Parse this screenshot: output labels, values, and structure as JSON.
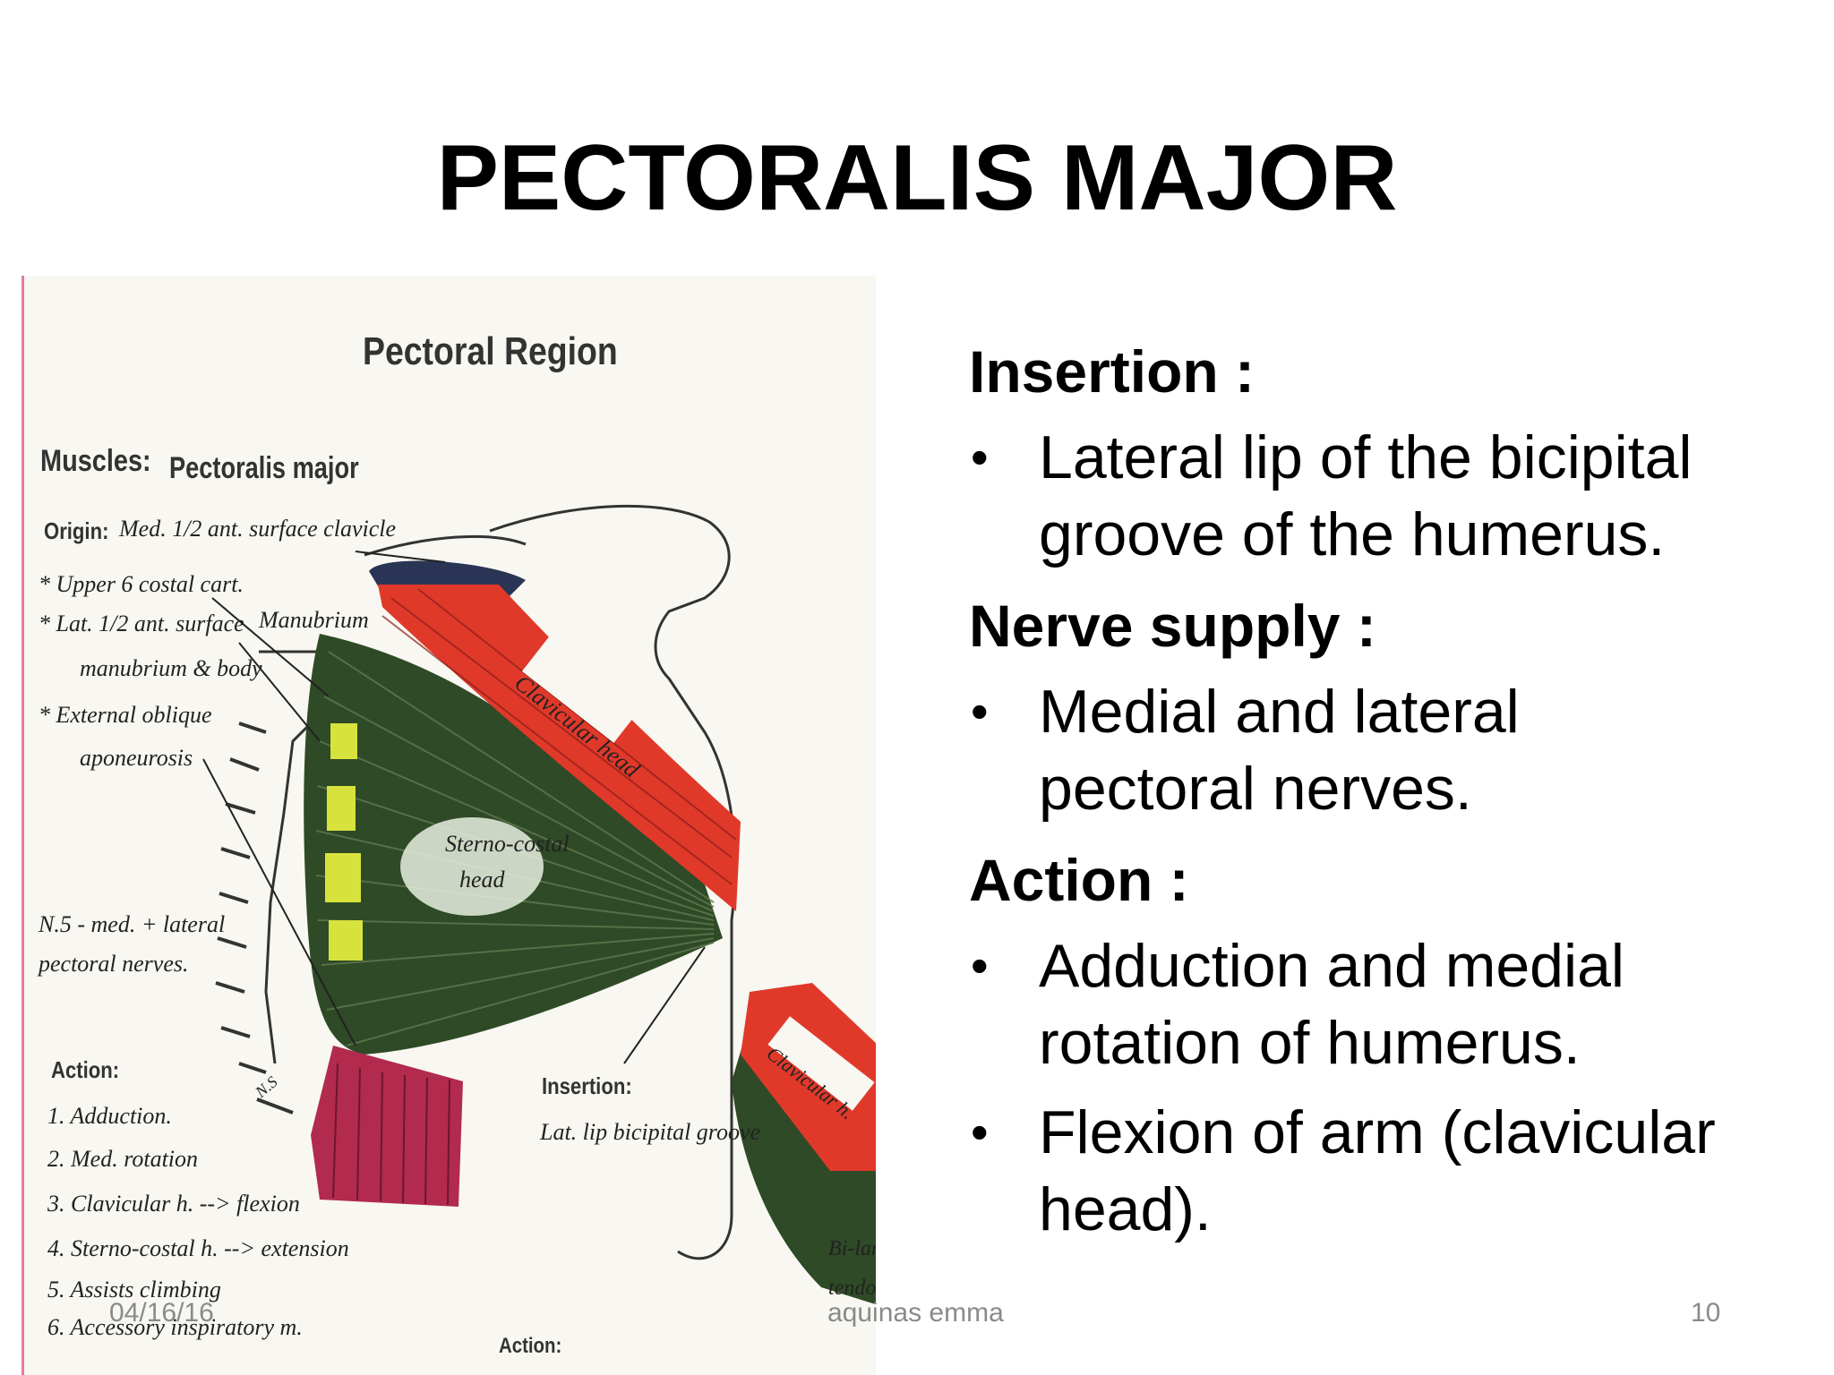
{
  "slide": {
    "title": "PECTORALIS MAJOR"
  },
  "figure": {
    "title": "Pectoral Region",
    "muscles_label": "Muscles:",
    "muscles_value": "Pectoralis major",
    "origin_label": "Origin:",
    "origin_lines": [
      "Med. 1/2 ant. surface clavicle",
      "* Upper 6 costal cart.",
      "* Lat. 1/2 ant. surface",
      "manubrium & body",
      "* External oblique",
      "aponeurosis"
    ],
    "manubrium": "Manubrium",
    "clavicular_head": "Clavicular head",
    "sternocostal_head_1": "Sterno-costal",
    "sternocostal_head_2": "head",
    "nerve_lines": [
      "N.5 - med. + lateral",
      "pectoral nerves."
    ],
    "action_label": "Action:",
    "action_items": [
      "1. Adduction.",
      "2. Med. rotation",
      "3. Clavicular h. --> flexion",
      "4. Sterno-costal h. --> extension",
      "5. Assists climbing",
      "6. Accessory inspiratory m."
    ],
    "insertion_label": "Insertion:",
    "insertion_value": "Lat. lip bicipital groove",
    "clavicular_small": "Clavicular h.",
    "bilam_1": "Bi-lam",
    "bilam_2": "tendon",
    "action_bottom": "Action:",
    "initials": "N.S"
  },
  "content": {
    "insertion_heading": "Insertion :",
    "insertion_lines": [
      "Lateral lip of the bicipital",
      "groove of the humerus."
    ],
    "nerve_heading": "Nerve supply :",
    "nerve_lines": [
      "Medial and lateral",
      "pectoral nerves."
    ],
    "action_heading": "Action :",
    "action1_lines": [
      "Adduction and medial",
      "rotation of humerus."
    ],
    "action2_lines": [
      "Flexion of arm (clavicular",
      "head)."
    ],
    "bullet_char": "•"
  },
  "footer": {
    "date": "04/16/16",
    "author": "aquinas emma",
    "page": "10"
  },
  "colors": {
    "muscle_green": "#2f4a26",
    "clavicular_red": "#e0392a",
    "pink_muscle": "#b22a4e",
    "yellow_patch": "#d8e23c"
  }
}
